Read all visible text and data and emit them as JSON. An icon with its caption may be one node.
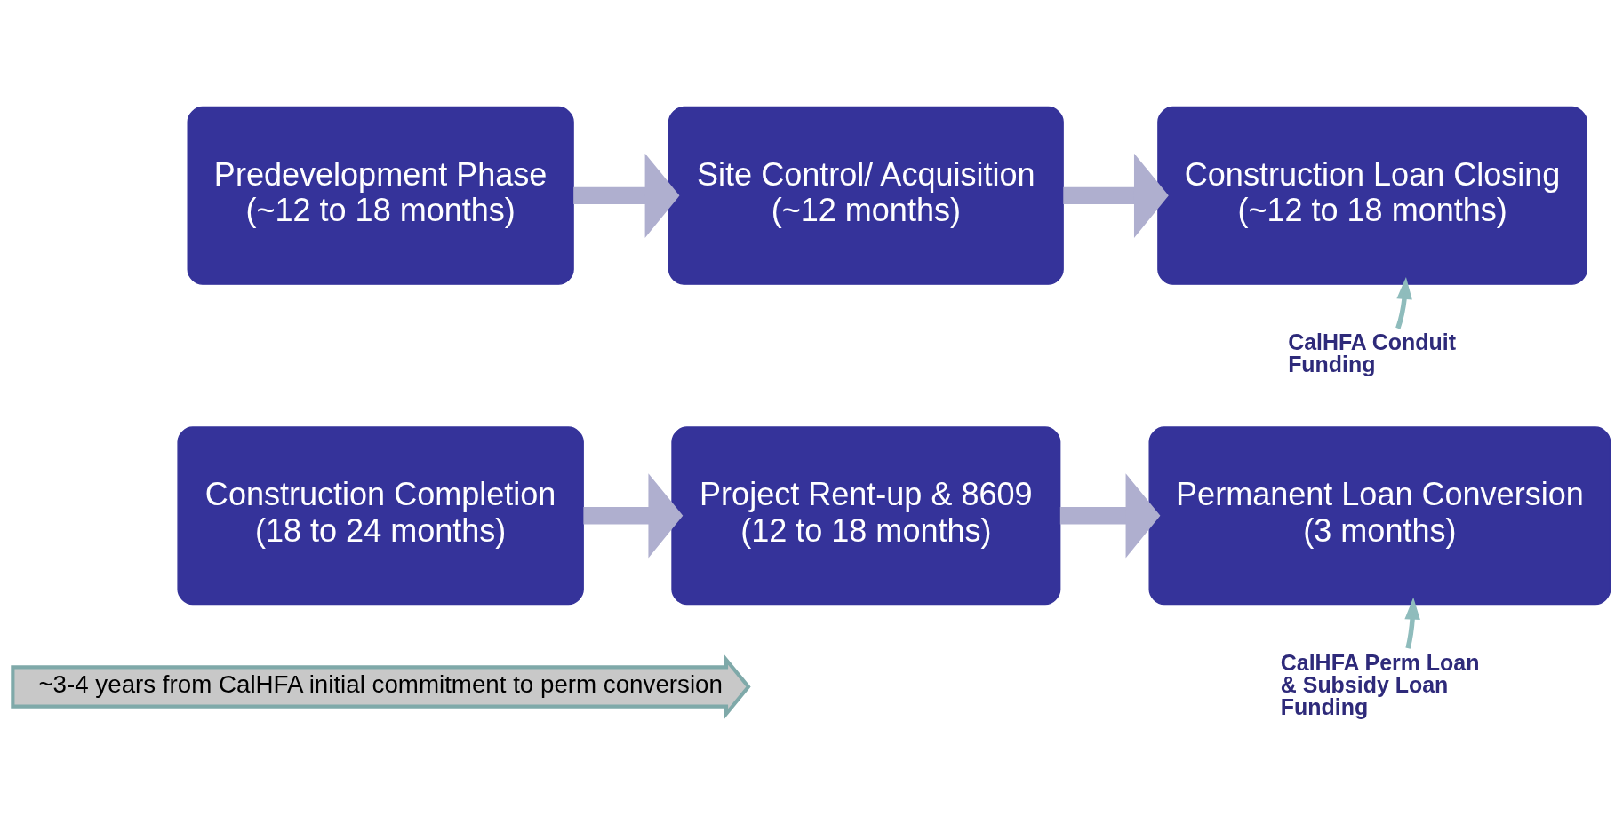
{
  "diagram": {
    "nodes": [
      {
        "text": [
          "Predevelopment Phase",
          "(~12 to 18 months)"
        ]
      },
      {
        "text": [
          "Site Control/ Acquisition",
          "(~12 months)"
        ]
      },
      {
        "text": [
          "Construction Loan Closing",
          "(~12 to 18 months)"
        ]
      },
      {
        "text": [
          "CalHFA Conduit Funding"
        ]
      },
      {
        "text": [
          "Construction Completion",
          "(18 to 24 months)"
        ]
      },
      {
        "text": [
          "Project Rent-up & 8609",
          "(12 to 18 months)"
        ]
      },
      {
        "text": [
          "Permanent Loan Conversion",
          "(3 months)"
        ]
      },
      {
        "text": [
          "~3-4 years from CalHFA initial commitment to perm conversion"
        ]
      },
      {
        "text": [
          "CalHFA Perm Loan & Subsidy Loan Funding"
        ]
      }
    ],
    "edges": [
      {
        "from": 0,
        "to": 1,
        "arrow": "to"
      },
      {
        "from": 1,
        "to": 2,
        "arrow": "to"
      },
      {
        "from": 3,
        "to": 2,
        "arrow": "to",
        "color": "#8fbcbc"
      },
      {
        "from": 4,
        "to": 5,
        "arrow": "to"
      },
      {
        "from": 5,
        "to": 6,
        "arrow": "to"
      },
      {
        "from": 8,
        "to": 6,
        "arrow": "to",
        "color": "#8fbcbc"
      }
    ]
  }
}
